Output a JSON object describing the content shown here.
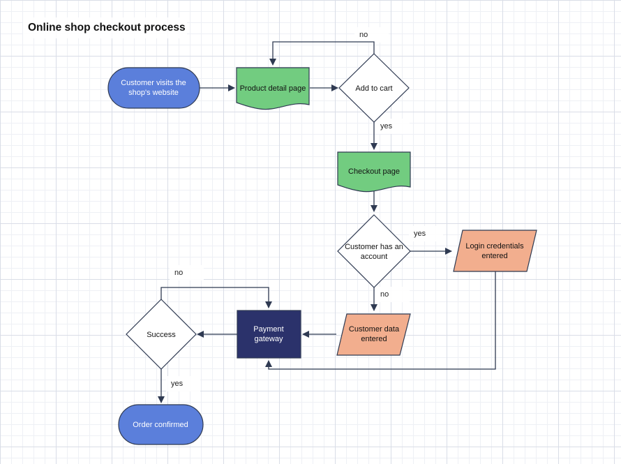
{
  "diagram": {
    "title": "Online shop checkout process",
    "nodes": {
      "visit": [
        "Customer visits the",
        "shop's website"
      ],
      "product": [
        "Product detail page"
      ],
      "cart": [
        "Add to cart"
      ],
      "checkout": [
        "Checkout page"
      ],
      "account": [
        "Customer has an",
        "account"
      ],
      "login": [
        "Login credentials",
        "entered"
      ],
      "data": [
        "Customer data",
        "entered"
      ],
      "gateway": [
        "Payment",
        "gateway"
      ],
      "success": [
        "Success"
      ],
      "confirmed": [
        "Order confirmed"
      ]
    },
    "edge_labels": {
      "cart_no": "no",
      "cart_yes": "yes",
      "account_yes": "yes",
      "account_no": "no",
      "success_no": "no",
      "success_yes": "yes"
    },
    "colors": {
      "terminal": "#5b7fdb",
      "document": "#72cc80",
      "io": "#f2ae8e",
      "process": "#2b326b",
      "line": "#2f3a52"
    }
  }
}
